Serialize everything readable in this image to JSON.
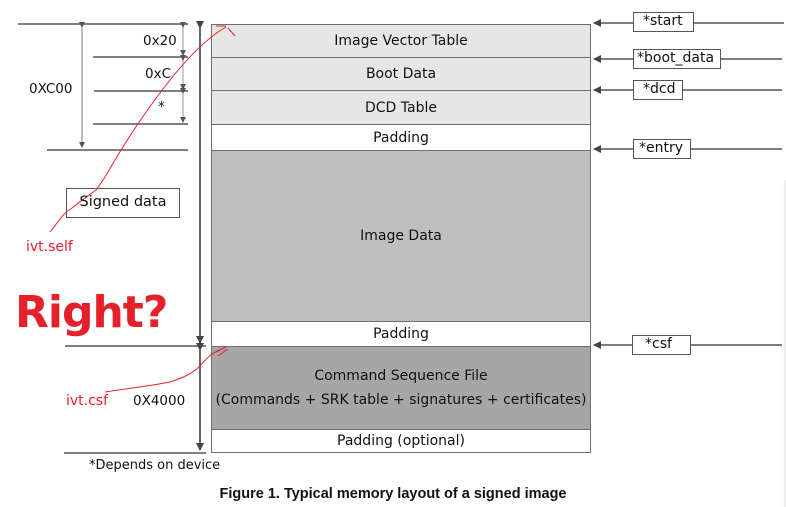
{
  "blocks": [
    {
      "label": "Image Vector Table",
      "fill": "#e6e6e6"
    },
    {
      "label": "Boot Data",
      "fill": "#e6e6e6"
    },
    {
      "label": "DCD Table",
      "fill": "#e6e6e6"
    },
    {
      "label": "Padding",
      "fill": "#ffffff"
    },
    {
      "label": "Image Data",
      "fill": "#bfbfbf"
    },
    {
      "label": "Padding",
      "fill": "#ffffff"
    },
    {
      "label": "Command Sequence File",
      "label2": "(Commands + SRK table + signatures + certificates)",
      "fill": "#a6a6a6"
    },
    {
      "label": "Padding (optional)",
      "fill": "#ffffff"
    }
  ],
  "pointers": {
    "start": "*start",
    "boot_data": "*boot_data",
    "dcd": "*dcd",
    "entry": "*entry",
    "csf": "*csf"
  },
  "dimensions": {
    "ivt_size": "0x20",
    "boot_data_size": "0xC",
    "dcd_size": "*",
    "header_size": "0XC00",
    "csf_size": "0X4000"
  },
  "signed_data_label": "Signed data",
  "footnote": "*Depends on device",
  "annotations": {
    "ivt_self": "ivt.self",
    "ivt_csf": "ivt.csf",
    "question": "Right?",
    "color": "#e4212b"
  },
  "caption": "Figure 1.  Typical memory layout of a signed image"
}
